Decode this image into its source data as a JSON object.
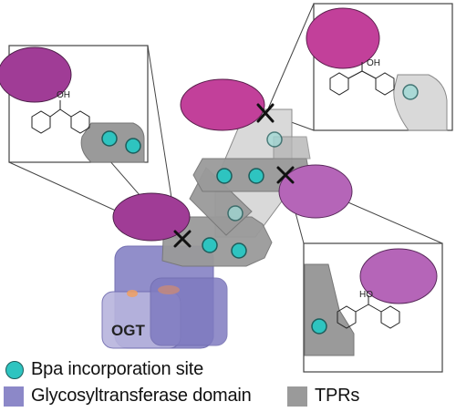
{
  "colors": {
    "bpa_site": "#2ec4c0",
    "glycosyltransferase": "#8c88c8",
    "glycosyltransferase_light": "#b7b4dd",
    "tpr_dark": "#9a9a9a",
    "tpr_light": "#d6d6d6",
    "partner_magenta": "#c2409a",
    "partner_purple": "#a03c96",
    "partner_orchid": "#b565b8",
    "crosslink_mark": "#111111"
  },
  "labels": {
    "ogt": "OGT",
    "oh_top_left": "OH",
    "oh_top_right": "OH",
    "ho_bottom_right": "HO"
  },
  "legend": {
    "bpa": "Bpa incorporation site",
    "gt": "Glycosyltransferase domain",
    "tpr": "TPRs"
  }
}
